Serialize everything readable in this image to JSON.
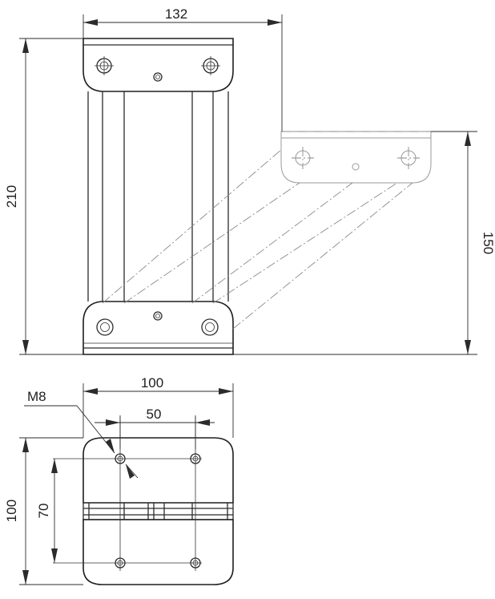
{
  "dimensions": {
    "top_width": "132",
    "height": "210",
    "offset_height": "150",
    "base_width": "100",
    "hole_spacing_x": "50",
    "base_height": "100",
    "hole_spacing_y": "70",
    "thread": "M8"
  },
  "colors": {
    "ink": "#2b2b2b",
    "ghost": "#9a9a9a"
  }
}
